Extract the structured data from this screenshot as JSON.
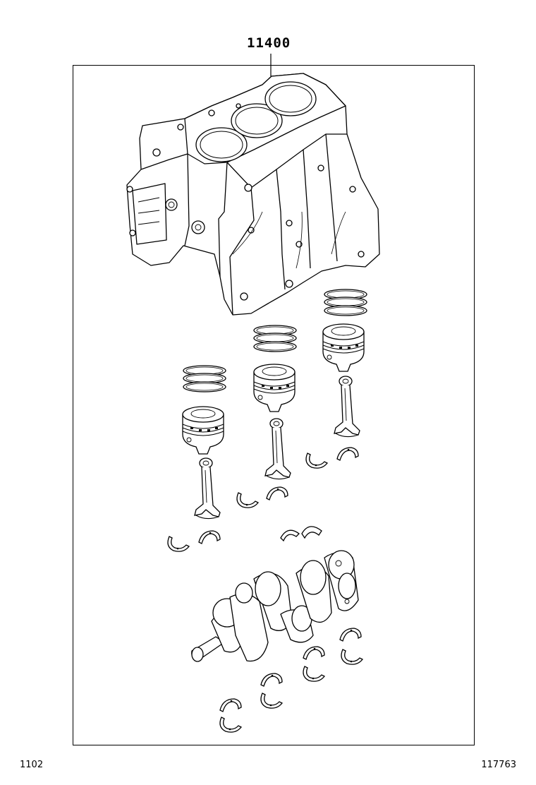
{
  "diagram": {
    "part_number": "11400",
    "footer_left": "1102",
    "footer_right": "117763"
  },
  "icons": {
    "block": "cylinder-block-icon",
    "ring": "piston-ring-set-icon",
    "piston": "piston-icon",
    "rod": "connecting-rod-icon",
    "bearing": "bearing-shell-icon",
    "crank": "crankshaft-icon"
  },
  "colors": {
    "line": "#000000",
    "background": "#ffffff"
  }
}
